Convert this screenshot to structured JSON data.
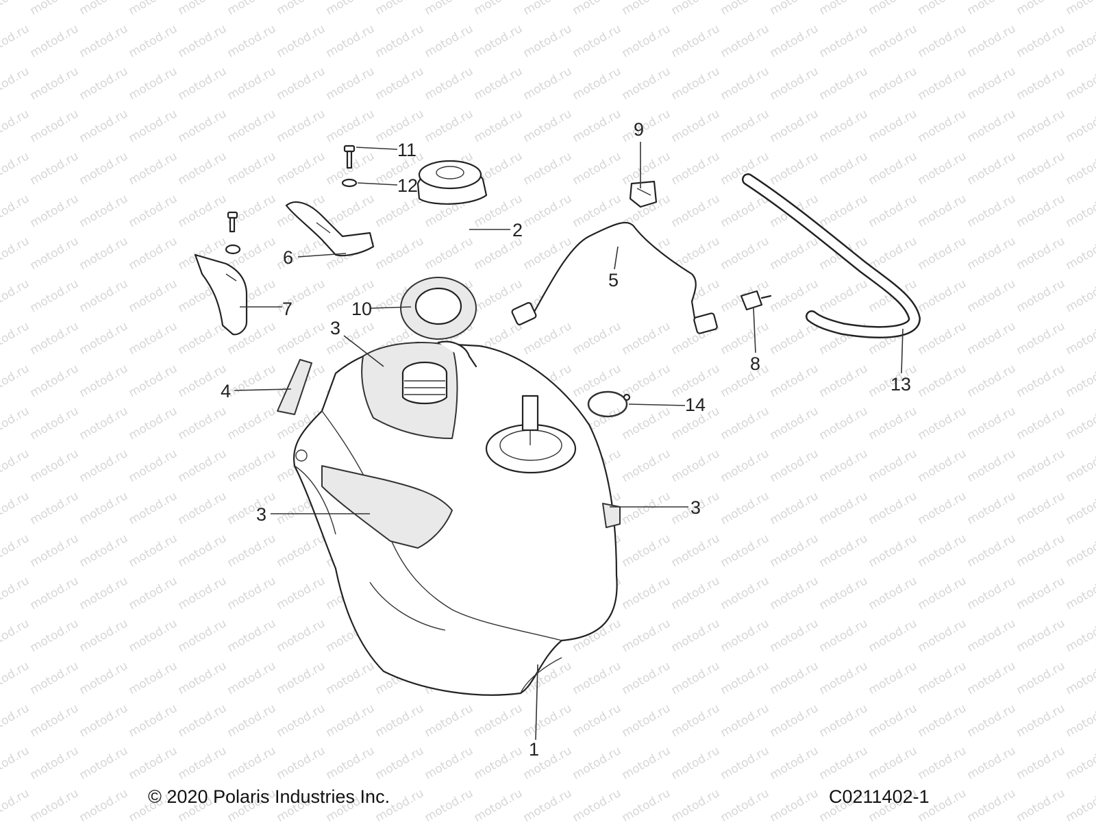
{
  "watermark": {
    "text": "motod.ru"
  },
  "callouts": [
    {
      "id": "1",
      "label": "1"
    },
    {
      "id": "2",
      "label": "2"
    },
    {
      "id": "3a",
      "label": "3"
    },
    {
      "id": "3b",
      "label": "3"
    },
    {
      "id": "3c",
      "label": "3"
    },
    {
      "id": "4",
      "label": "4"
    },
    {
      "id": "5",
      "label": "5"
    },
    {
      "id": "6",
      "label": "6"
    },
    {
      "id": "7",
      "label": "7"
    },
    {
      "id": "8",
      "label": "8"
    },
    {
      "id": "9",
      "label": "9"
    },
    {
      "id": "10",
      "label": "10"
    },
    {
      "id": "11",
      "label": "11"
    },
    {
      "id": "12",
      "label": "12"
    },
    {
      "id": "13",
      "label": "13"
    },
    {
      "id": "14",
      "label": "14"
    }
  ],
  "footer": {
    "copyright": "© 2020 Polaris Industries Inc.",
    "figure_id": "C0211402-1"
  },
  "colors": {
    "line": "#222222",
    "foam": "#e9e9e9",
    "watermark": "#d6d6d6",
    "background": "#ffffff"
  }
}
